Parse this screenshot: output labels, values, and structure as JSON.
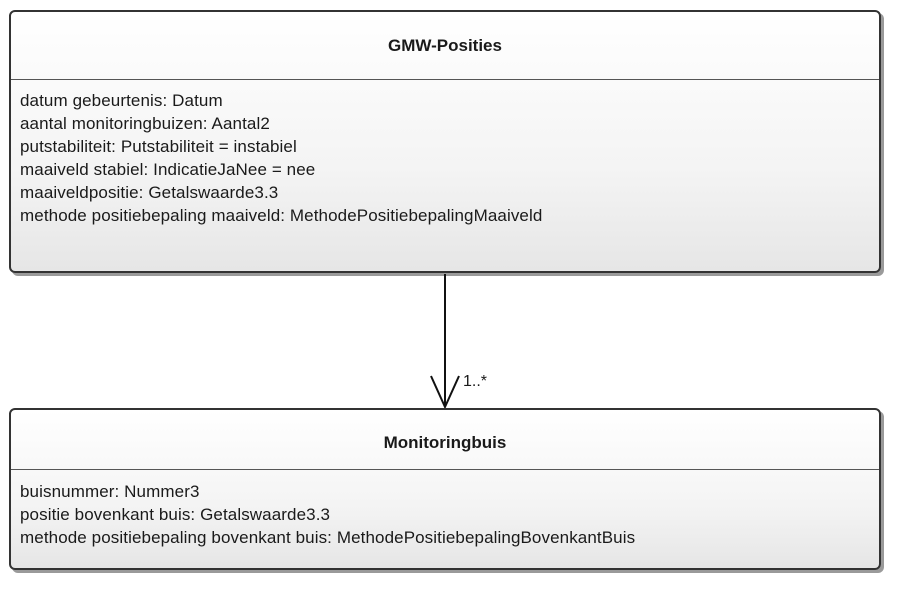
{
  "classes": {
    "gmw": {
      "name": "GMW-Posities",
      "attributes": [
        "datum gebeurtenis: Datum",
        "aantal monitoringbuizen: Aantal2",
        "putstabiliteit: Putstabiliteit = instabiel",
        "maaiveld stabiel: IndicatieJaNee = nee",
        "maaiveldpositie: Getalswaarde3.3",
        "methode positiebepaling maaiveld: MethodePositiebepalingMaaiveld"
      ]
    },
    "monitoringbuis": {
      "name": "Monitoringbuis",
      "attributes": [
        "buisnummer: Nummer3",
        "positie bovenkant buis: Getalswaarde3.3",
        "methode positiebepaling bovenkant buis: MethodePositiebepalingBovenkantBuis"
      ]
    }
  },
  "association": {
    "multiplicity": "1..*"
  }
}
